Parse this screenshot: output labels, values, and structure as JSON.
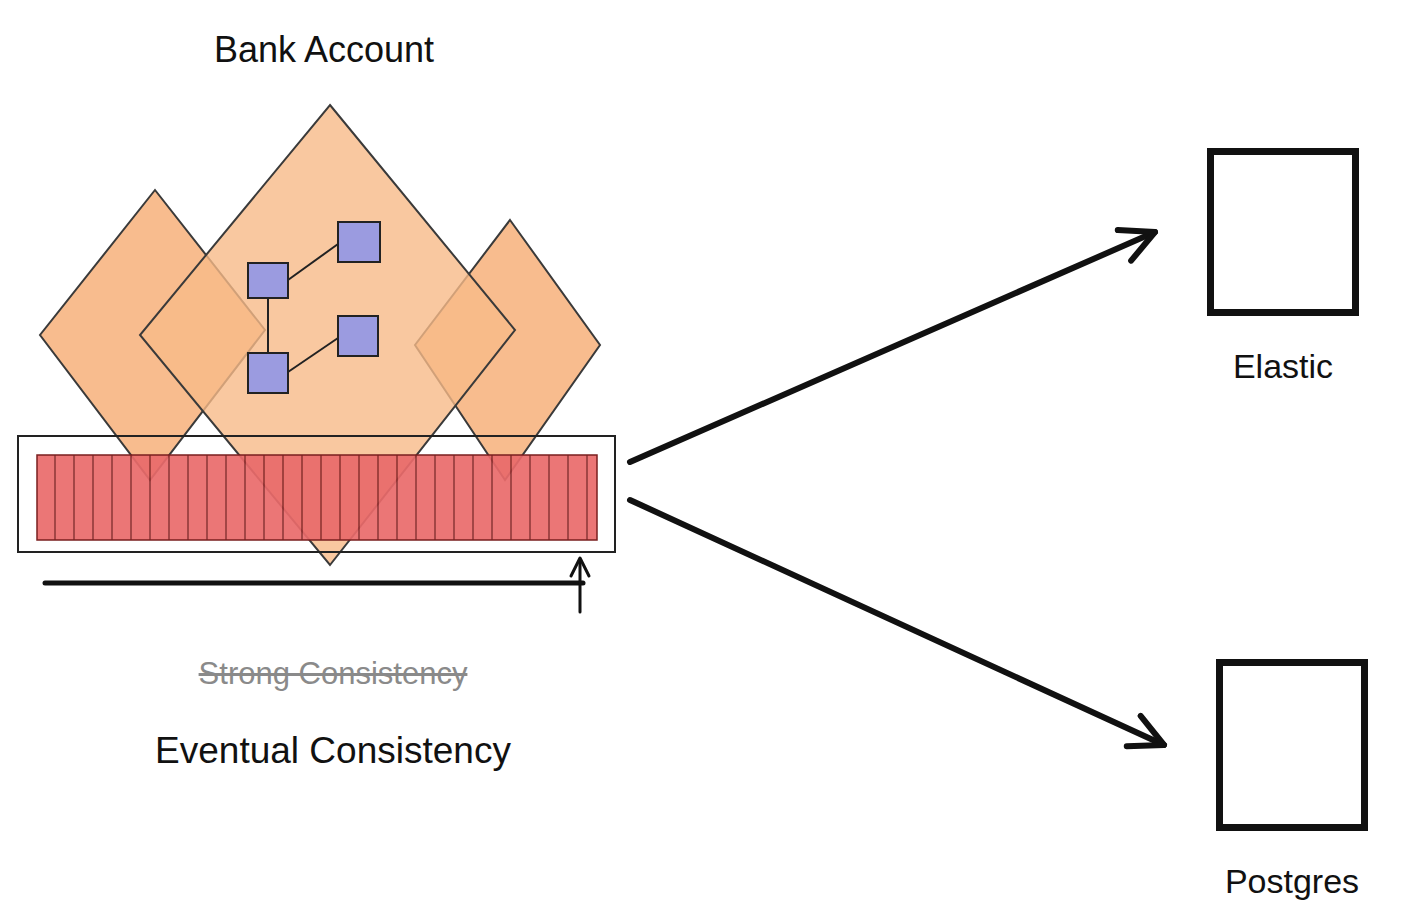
{
  "diagram": {
    "nodes": [
      {
        "text": [
          "Bank Account"
        ]
      },
      {
        "text": [
          "Elastic"
        ]
      },
      {
        "text": [
          "Postgres"
        ]
      }
    ],
    "edges": [
      {
        "from": 0,
        "to": 1,
        "arrow": "to"
      },
      {
        "from": 0,
        "to": 2,
        "arrow": "to"
      }
    ],
    "labels": [
      "Strong Consistency",
      "Eventual Consistency"
    ]
  }
}
